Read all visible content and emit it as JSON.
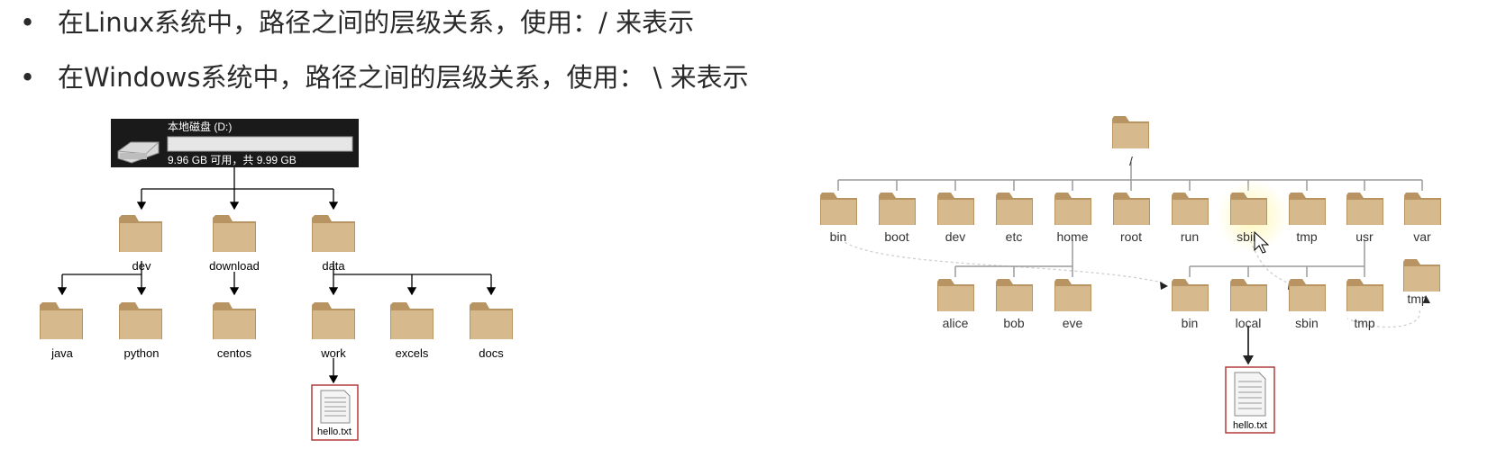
{
  "bullets": [
    {
      "text": "在Linux系统中，路径之间的层级关系，使用：/ 来表示"
    },
    {
      "text": "在Windows系统中，路径之间的层级关系，使用： \\ 来表示"
    }
  ],
  "windows_tree": {
    "drive_title": "本地磁盘 (D:)",
    "drive_free": "9.96 GB 可用，共 9.99 GB",
    "level1": [
      "dev",
      "download",
      "data"
    ],
    "level2": [
      "java",
      "python",
      "centos",
      "work",
      "excels",
      "docs"
    ],
    "file": "hello.txt"
  },
  "linux_tree": {
    "root": "/",
    "level1": [
      "bin",
      "boot",
      "dev",
      "etc",
      "home",
      "root",
      "run",
      "sbin",
      "tmp",
      "usr",
      "var"
    ],
    "home_children": [
      "alice",
      "bob",
      "eve"
    ],
    "usr_children": [
      "bin",
      "local",
      "sbin",
      "tmp"
    ],
    "var_child": "tmp",
    "file": "hello.txt"
  },
  "colors": {
    "folder": "#d6b98d",
    "folder_dark": "#b89463",
    "drive_bg": "#1a1a1a",
    "file_border": "#b23b3b",
    "highlight": "#fff3a0"
  }
}
